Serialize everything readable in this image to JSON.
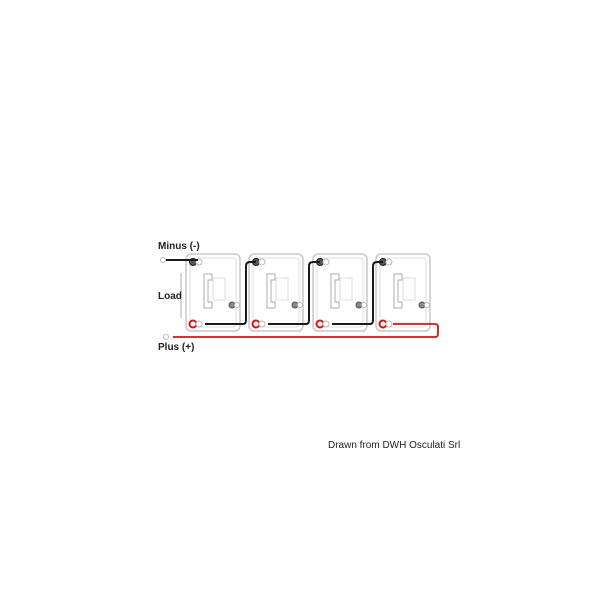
{
  "labels": {
    "minus": "Minus (-)",
    "load": "Load",
    "plus": "Plus (+)"
  },
  "credit": "Drawn from DWH Osculati Srl",
  "batteries": 4,
  "colors": {
    "negative_wire": "#1a1a1a",
    "positive_wire": "#e01010",
    "battery_outline": "#c8c8c8"
  }
}
